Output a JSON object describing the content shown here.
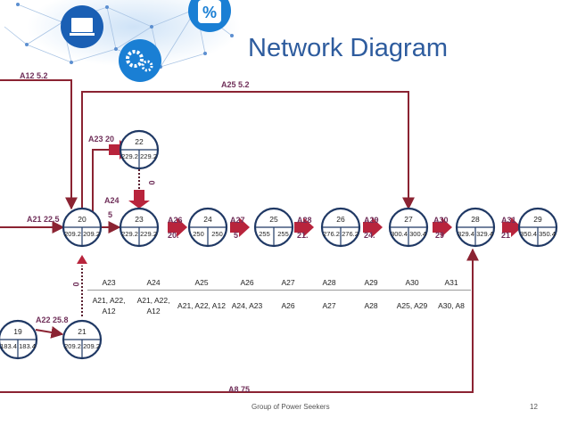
{
  "title": "Network Diagram",
  "footer": "Group of Power Seekers",
  "page_number": "12",
  "colors": {
    "arrow": "#8b2332",
    "title": "#2e5c9e",
    "label": "#70305a",
    "node_border": "#1f3864"
  },
  "nodes": [
    {
      "id": "19",
      "left": "183.4",
      "right": "183.4"
    },
    {
      "id": "20",
      "left": "209.2",
      "right": "209.2"
    },
    {
      "id": "21",
      "left": "209.2",
      "right": "209.2"
    },
    {
      "id": "22",
      "left": "229.2",
      "right": "229.2"
    },
    {
      "id": "23",
      "left": "229.2",
      "right": "229.2"
    },
    {
      "id": "24",
      "left": "250",
      "right": "250"
    },
    {
      "id": "25",
      "left": "255",
      "right": "255"
    },
    {
      "id": "26",
      "left": "276.2",
      "right": "276.2"
    },
    {
      "id": "27",
      "left": "300.4",
      "right": "300.4"
    },
    {
      "id": "28",
      "left": "329.4",
      "right": "329.4"
    },
    {
      "id": "29",
      "left": "350.4",
      "right": "350.4"
    }
  ],
  "activity_labels": {
    "a12": "A12   5.2",
    "a25_top": "A25   5.2",
    "a21": "A21   22.5",
    "a22": "A22   25.8",
    "a23": "A23   20",
    "a24": "A24",
    "a24_val": "5",
    "a26": "A26",
    "a26_val": "20.",
    "a27": "A27",
    "a27_val": "5",
    "a28": "A28",
    "a28_val": "21.",
    "a29": "A29",
    "a29_val": "24.",
    "a30": "A30",
    "a30_val": "29",
    "a31": "A31",
    "a31_val": "21",
    "a8": "A8      75",
    "zero_top": "0",
    "zero_left": "0"
  },
  "predecessor_table": {
    "headers": [
      "A23",
      "A24",
      "A25",
      "A26",
      "A27",
      "A28",
      "A29",
      "A30",
      "A31"
    ],
    "rows": [
      [
        "A21, A22, A12",
        "A21, A22, A12",
        "A21, A22, A12",
        "A24, A23",
        "A26",
        "A27",
        "A28",
        "A25, A29",
        "A30, A8"
      ]
    ]
  }
}
